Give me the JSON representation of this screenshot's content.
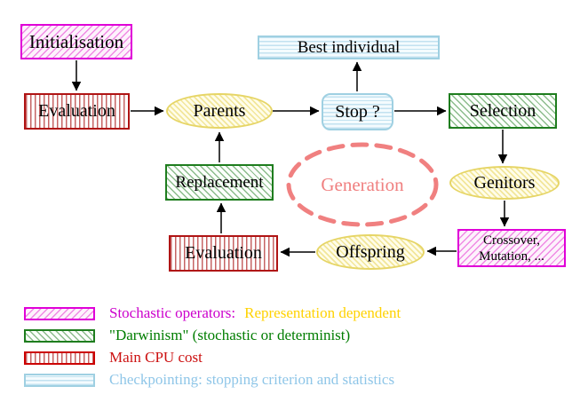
{
  "nodes": {
    "initialisation": "Initialisation",
    "evaluation_top": "Evaluation",
    "parents": "Parents",
    "best_individual": "Best individual",
    "stop": "Stop ?",
    "selection": "Selection",
    "replacement": "Replacement",
    "generation": "Generation",
    "genitors": "Genitors",
    "evaluation_bottom": "Evaluation",
    "offspring_label": "Offspring",
    "variation_line1": "Crossover,",
    "variation_line2": "Mutation, ..."
  },
  "legend": {
    "rows": [
      {
        "swatch": "magenta-diagonal-hatch",
        "parts": [
          {
            "text": "Stochastic operators:",
            "color": "#cc00cc"
          },
          {
            "text": "Representation dependent",
            "color": "#ffd200"
          }
        ]
      },
      {
        "swatch": "green-diagonal-hatch",
        "parts": [
          {
            "text": "\"Darwinism\" (stochastic or determinist)",
            "color": "#007d00"
          }
        ]
      },
      {
        "swatch": "red-vertical-stripes",
        "parts": [
          {
            "text": "Main CPU cost",
            "color": "#cc1111"
          }
        ]
      },
      {
        "swatch": "cyan-horizontal-stripes",
        "parts": [
          {
            "text": "Checkpointing: stopping criterion and statistics",
            "color": "#8fc6e8"
          }
        ]
      }
    ]
  },
  "colors": {
    "magenta_border": "#e000d8",
    "green_border": "#1e7d1e",
    "red_border": "#b01414",
    "cyan_border": "#9fd0e2",
    "yellow_border": "#e6d566",
    "generation_dashed": "#f08080",
    "arrow": "#000000",
    "node_text": "#000000"
  }
}
